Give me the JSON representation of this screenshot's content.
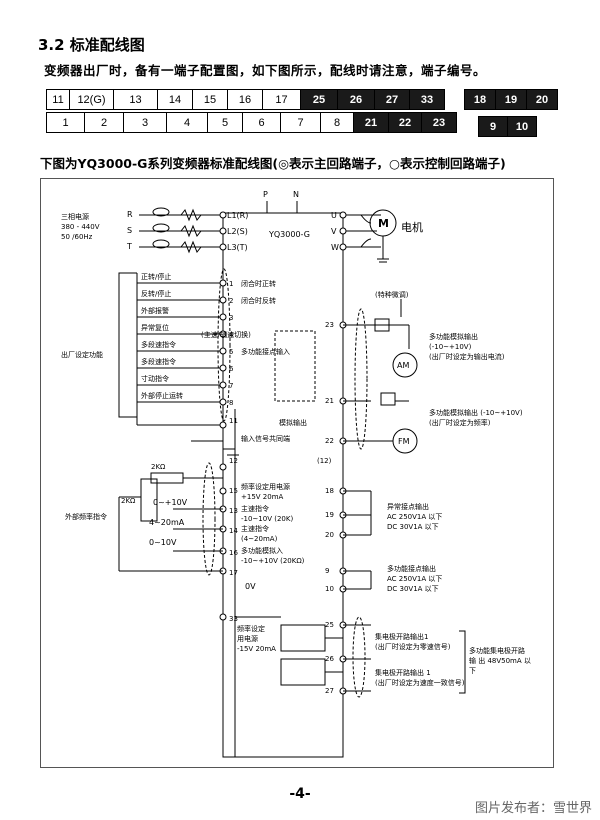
{
  "section_title": "3.2 标准配线图",
  "intro_text": "变频器出厂时，备有一端子配置图，如下图所示，配线时请注意，端子编号。",
  "terminal_rows": {
    "top_light": [
      "11",
      "12(G)",
      "13",
      "14",
      "15",
      "16",
      "17"
    ],
    "top_dark": [
      "25",
      "26",
      "27",
      "33"
    ],
    "top_right": [
      "18",
      "19",
      "20"
    ],
    "bottom_light": [
      "1",
      "2",
      "3",
      "4",
      "5",
      "6",
      "7"
    ],
    "bottom_dark": [
      "8",
      "21",
      "22",
      "23"
    ],
    "bottom_right": [
      "9",
      "10"
    ]
  },
  "diagram_heading": "下图为YQ3000-G系列变频器标准配线图(◎表示主回路端子，○表示控制回路端子)",
  "diagram": {
    "power_label": [
      "三相电源",
      "380 - 440V",
      "50 /60Hz"
    ],
    "phases": [
      "R",
      "S",
      "T"
    ],
    "main_inputs": [
      "L1(R)",
      "L2(S)",
      "L3(T)"
    ],
    "dc_terminals": [
      "P",
      "N"
    ],
    "model": "YQ3000-G",
    "outputs": [
      "U",
      "V",
      "W"
    ],
    "motor_symbol": "M",
    "motor_label": "电机",
    "factory_function_label": "出厂设定功能",
    "inputs": [
      {
        "num": "1",
        "sw": "正转/停止",
        "desc": "闭合时正转"
      },
      {
        "num": "2",
        "sw": "反转/停止",
        "desc": "闭合时反转"
      },
      {
        "num": "3",
        "sw": "外部报警",
        "desc": ""
      },
      {
        "num": "4",
        "sw": "异常复位",
        "desc": "(主速/辅速切换)"
      },
      {
        "num": "5",
        "sw": "多段速指令",
        "desc": "多功能接点输入"
      },
      {
        "num": "6",
        "sw": "多段速指令",
        "desc": ""
      },
      {
        "num": "7",
        "sw": "寸动指令",
        "desc": ""
      },
      {
        "num": "8",
        "sw": "外部停止运转",
        "desc": ""
      }
    ],
    "t11": "11",
    "input_common": "输入信号共同端",
    "t12": "12",
    "pot_label": "2KΩ",
    "pot_label2": "2KΩ",
    "freq_cmd_label": "外部频率指令",
    "v_range": "0~+10V",
    "ma_range": "4~20mA",
    "v_range2": "0~10V",
    "analog_terms": [
      {
        "num": "15",
        "desc": "频率设定用电源",
        "val": "+15V 20mA"
      },
      {
        "num": "13",
        "desc": "主速指令",
        "val": "-10~10V (20K)"
      },
      {
        "num": "14",
        "desc": "主速指令",
        "val": "(4~20mA)"
      },
      {
        "num": "16",
        "desc": "多功能模拟入",
        "val": "-10~+10V (20KΩ)"
      },
      {
        "num": "17",
        "desc": "",
        "val": "0V"
      }
    ],
    "t33": "33",
    "t33_desc": [
      "频率设定",
      "用电源",
      "-15V 20mA"
    ],
    "special_adjust": "(特种微调)",
    "t23": "23",
    "t21": "21",
    "t22": "22",
    "am_label": "AM",
    "fm_label": "FM",
    "analog_out1": [
      "多功能模拟输出",
      "(-10~+10V)",
      "(出厂时设定为输出电流)"
    ],
    "analog_out2": [
      "多功能模拟输出 (-10~+10V)",
      "(出厂时设定为频率)"
    ],
    "analog_out_box": "模拟输出",
    "t12b": "(12)",
    "relay_terms": [
      "18",
      "19",
      "20",
      "9",
      "10"
    ],
    "relay1": [
      "异常接点输出",
      "AC 250V1A 以下",
      "DC 30V1A 以下"
    ],
    "relay2": [
      "多功能接点输出",
      "AC 250V1A 以下",
      "DC 30V1A 以下"
    ],
    "oc_terms": [
      "25",
      "26",
      "27"
    ],
    "oc1": [
      "集电极开路输出1",
      "(出厂时设定为零速信号)"
    ],
    "oc2": [
      "集电极开路输出 1",
      "(出厂时设定为速度一致信号)"
    ],
    "oc_total": [
      "多功能集电极开路",
      "输 出 48V50mA 以",
      "下"
    ]
  },
  "page_number": "-4-",
  "credit": "图片发布者：雪世界"
}
